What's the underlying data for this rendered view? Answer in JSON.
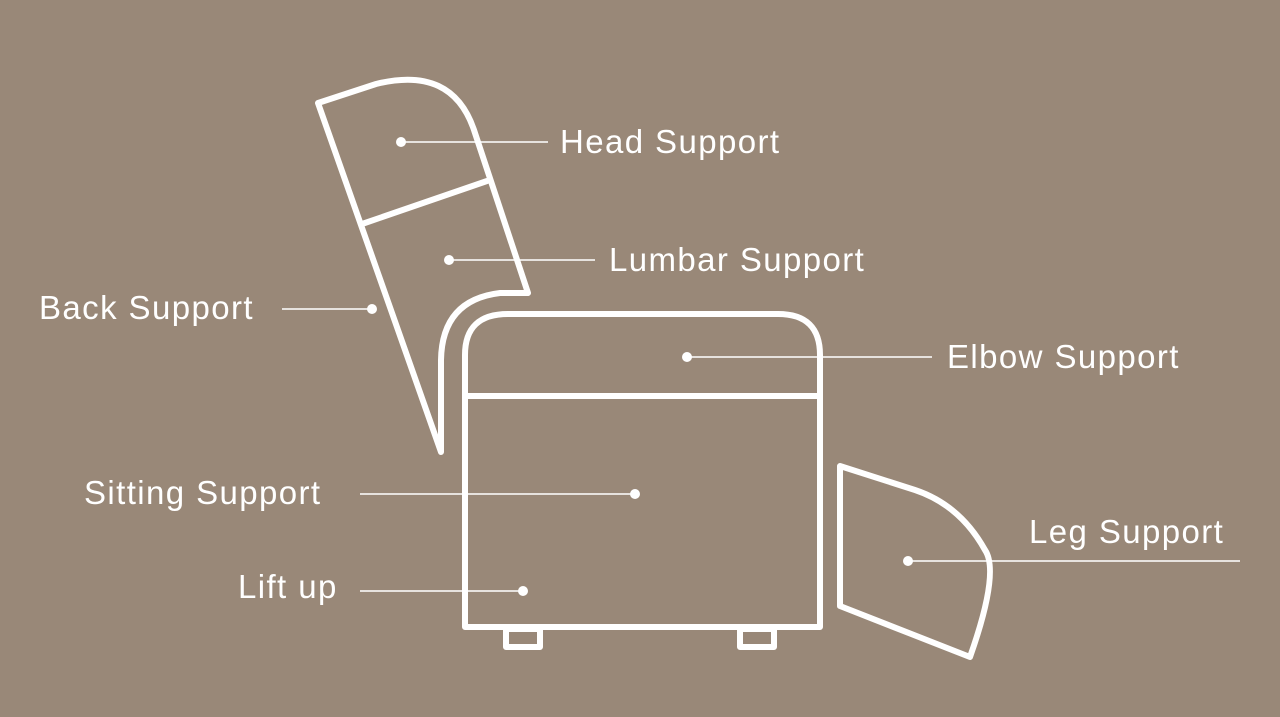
{
  "labels": {
    "head": "Head Support",
    "lumbar": "Lumbar Support",
    "back": "Back Support",
    "elbow": "Elbow Support",
    "sitting": "Sitting Support",
    "leg": "Leg Support",
    "lift": "Lift up"
  },
  "colors": {
    "background": "#998878",
    "lines": "#ffffff"
  }
}
